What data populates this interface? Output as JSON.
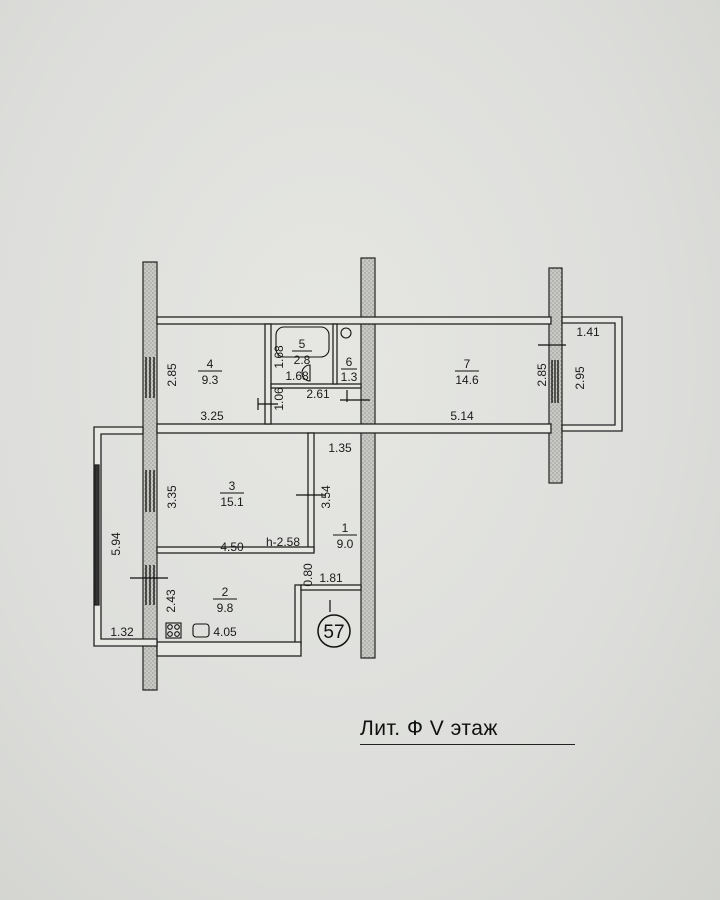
{
  "plan": {
    "caption": "Лит. Ф V этаж",
    "apartment_number": "57",
    "rooms": [
      {
        "number": "1",
        "area": "9.0"
      },
      {
        "number": "2",
        "area": "9.8"
      },
      {
        "number": "3",
        "area": "15.1"
      },
      {
        "number": "4",
        "area": "9.3"
      },
      {
        "number": "5",
        "area": "2.8"
      },
      {
        "number": "6",
        "area": "1.3"
      },
      {
        "number": "7",
        "area": "14.6"
      }
    ],
    "dimensions": {
      "room4_height": "2.85",
      "room4_width": "3.25",
      "room5_height": "1.68",
      "room5_width": "1.68",
      "corridor_width": "2.61",
      "bath_gap": "1.06",
      "room7_height": "2.85",
      "room7_width": "5.14",
      "balcony_top_width": "1.41",
      "balcony_top_height": "2.95",
      "hall_top": "1.35",
      "room3_height": "3.35",
      "room3_inner": "3.54",
      "room3_width": "4.50",
      "ceiling_height": "h-2.58",
      "balcony_left_height": "5.94",
      "room2_height": "2.43",
      "balcony_left_width": "1.32",
      "room2_width": "4.05",
      "entry_depth": "0.80",
      "entry_width": "1.81"
    }
  }
}
